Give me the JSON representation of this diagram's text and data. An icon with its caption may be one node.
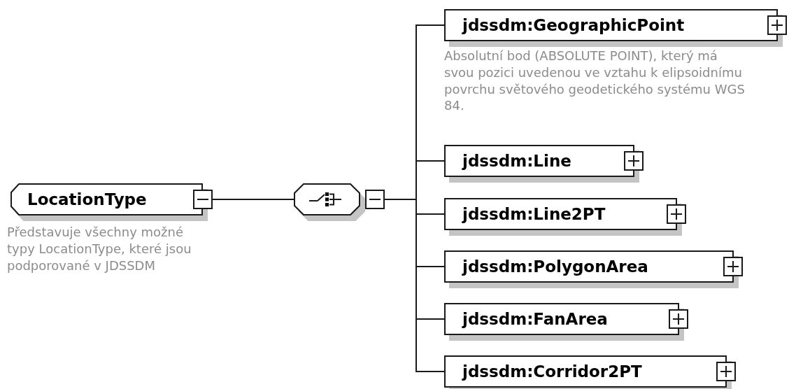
{
  "diagram": {
    "nodes": [
      {
        "text": [
          "LocationType"
        ],
        "beside": [
          "Představuje všechny možné typy LocationType, které jsou podporované v JDSSDM"
        ]
      },
      {
        "text": [],
        "shape": "octagon"
      },
      {
        "text": [
          "jdssdm:GeographicPoint"
        ],
        "beside": [
          "Absolutní bod (ABSOLUTE POINT), který má svou pozici uvedenou ve vztahu k elipsoidnímu povrchu světového geodetického systému WGS 84."
        ]
      },
      {
        "text": [
          "jdssdm:Line"
        ]
      },
      {
        "text": [
          "jdssdm:Line2PT"
        ]
      },
      {
        "text": [
          "jdssdm:PolygonArea"
        ]
      },
      {
        "text": [
          "jdssdm:FanArea"
        ]
      },
      {
        "text": [
          "jdssdm:Corridor2PT"
        ]
      }
    ],
    "edges": [
      {
        "from": 0,
        "to": 1,
        "arrow": "none"
      },
      {
        "from": 1,
        "to": 2,
        "arrow": "none"
      },
      {
        "from": 1,
        "to": 3,
        "arrow": "none"
      },
      {
        "from": 1,
        "to": 4,
        "arrow": "none"
      },
      {
        "from": 1,
        "to": 5,
        "arrow": "none"
      },
      {
        "from": 1,
        "to": 6,
        "arrow": "none"
      },
      {
        "from": 1,
        "to": 7,
        "arrow": "none"
      }
    ]
  }
}
